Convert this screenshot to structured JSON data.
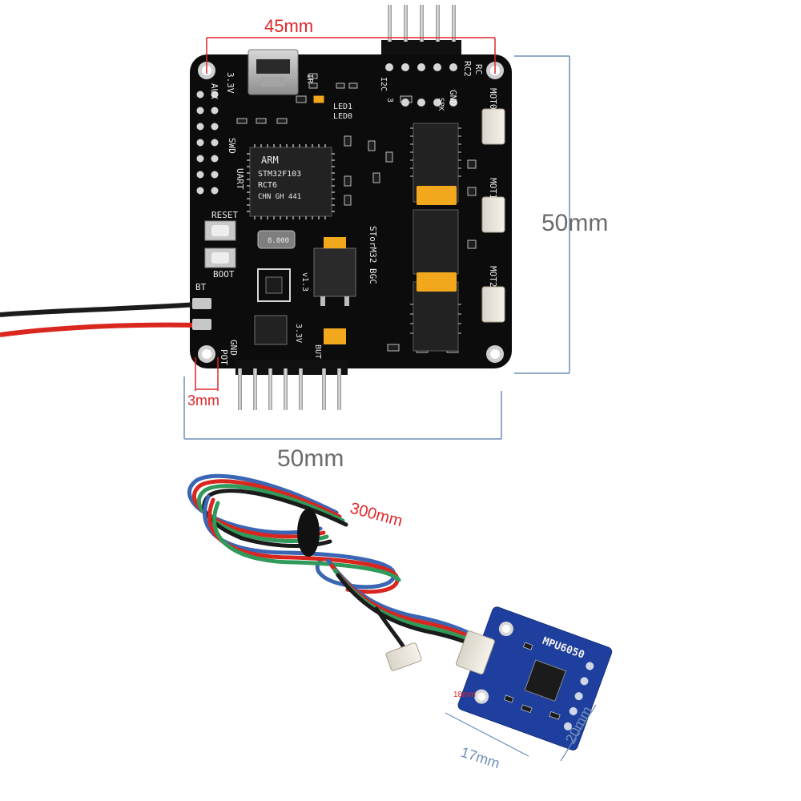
{
  "dimensions": {
    "hole_spacing": "45mm",
    "board_height": "50mm",
    "board_width": "50mm",
    "hole_offset": "3mm",
    "cable_length": "300mm",
    "sensor_hole": "18mm",
    "sensor_width": "17mm",
    "sensor_height": "20mm"
  },
  "board_silkscreen": {
    "aux": "AUX",
    "v33": "3.3V",
    "swd": "SWD",
    "uart": "UART",
    "reset": "RESET",
    "boot": "BOOT",
    "bt": "BT",
    "gnd_pot": "GND",
    "pot": "POT",
    "ir": "IR",
    "i2c": "I2C",
    "led0": "LED0",
    "led1": "LED1",
    "rc2": "RC2",
    "rc": "RC",
    "gnd_rc": "GND",
    "spk": "SPK",
    "mot0": "MOT0",
    "mot1": "MOT1",
    "mot2": "MOT2",
    "name": "STorM32 BGC",
    "version": "v1.3",
    "arm": "ARM",
    "mcu": "STM32F103",
    "mcu_line2": "RCT6",
    "mcu_line3": "CHN GH 441",
    "crystal": "8.000",
    "num3": "3",
    "p33": "3.3V",
    "but": "BUT"
  },
  "sensor_silkscreen": {
    "model": "MPU6050"
  },
  "colors": {
    "pcb": "#0c0c0c",
    "silkscreen": "#e9e9e9",
    "dimension_red": "#e0262b",
    "dimension_blue": "#6f8fb8",
    "sensor_pcb": "#1f3f9e",
    "tantalum": "#f2a81d",
    "wire_red": "#d9261e",
    "wire_blue": "#3a66b4",
    "wire_green": "#2f9a5a",
    "wire_black": "#1b1b1b"
  }
}
